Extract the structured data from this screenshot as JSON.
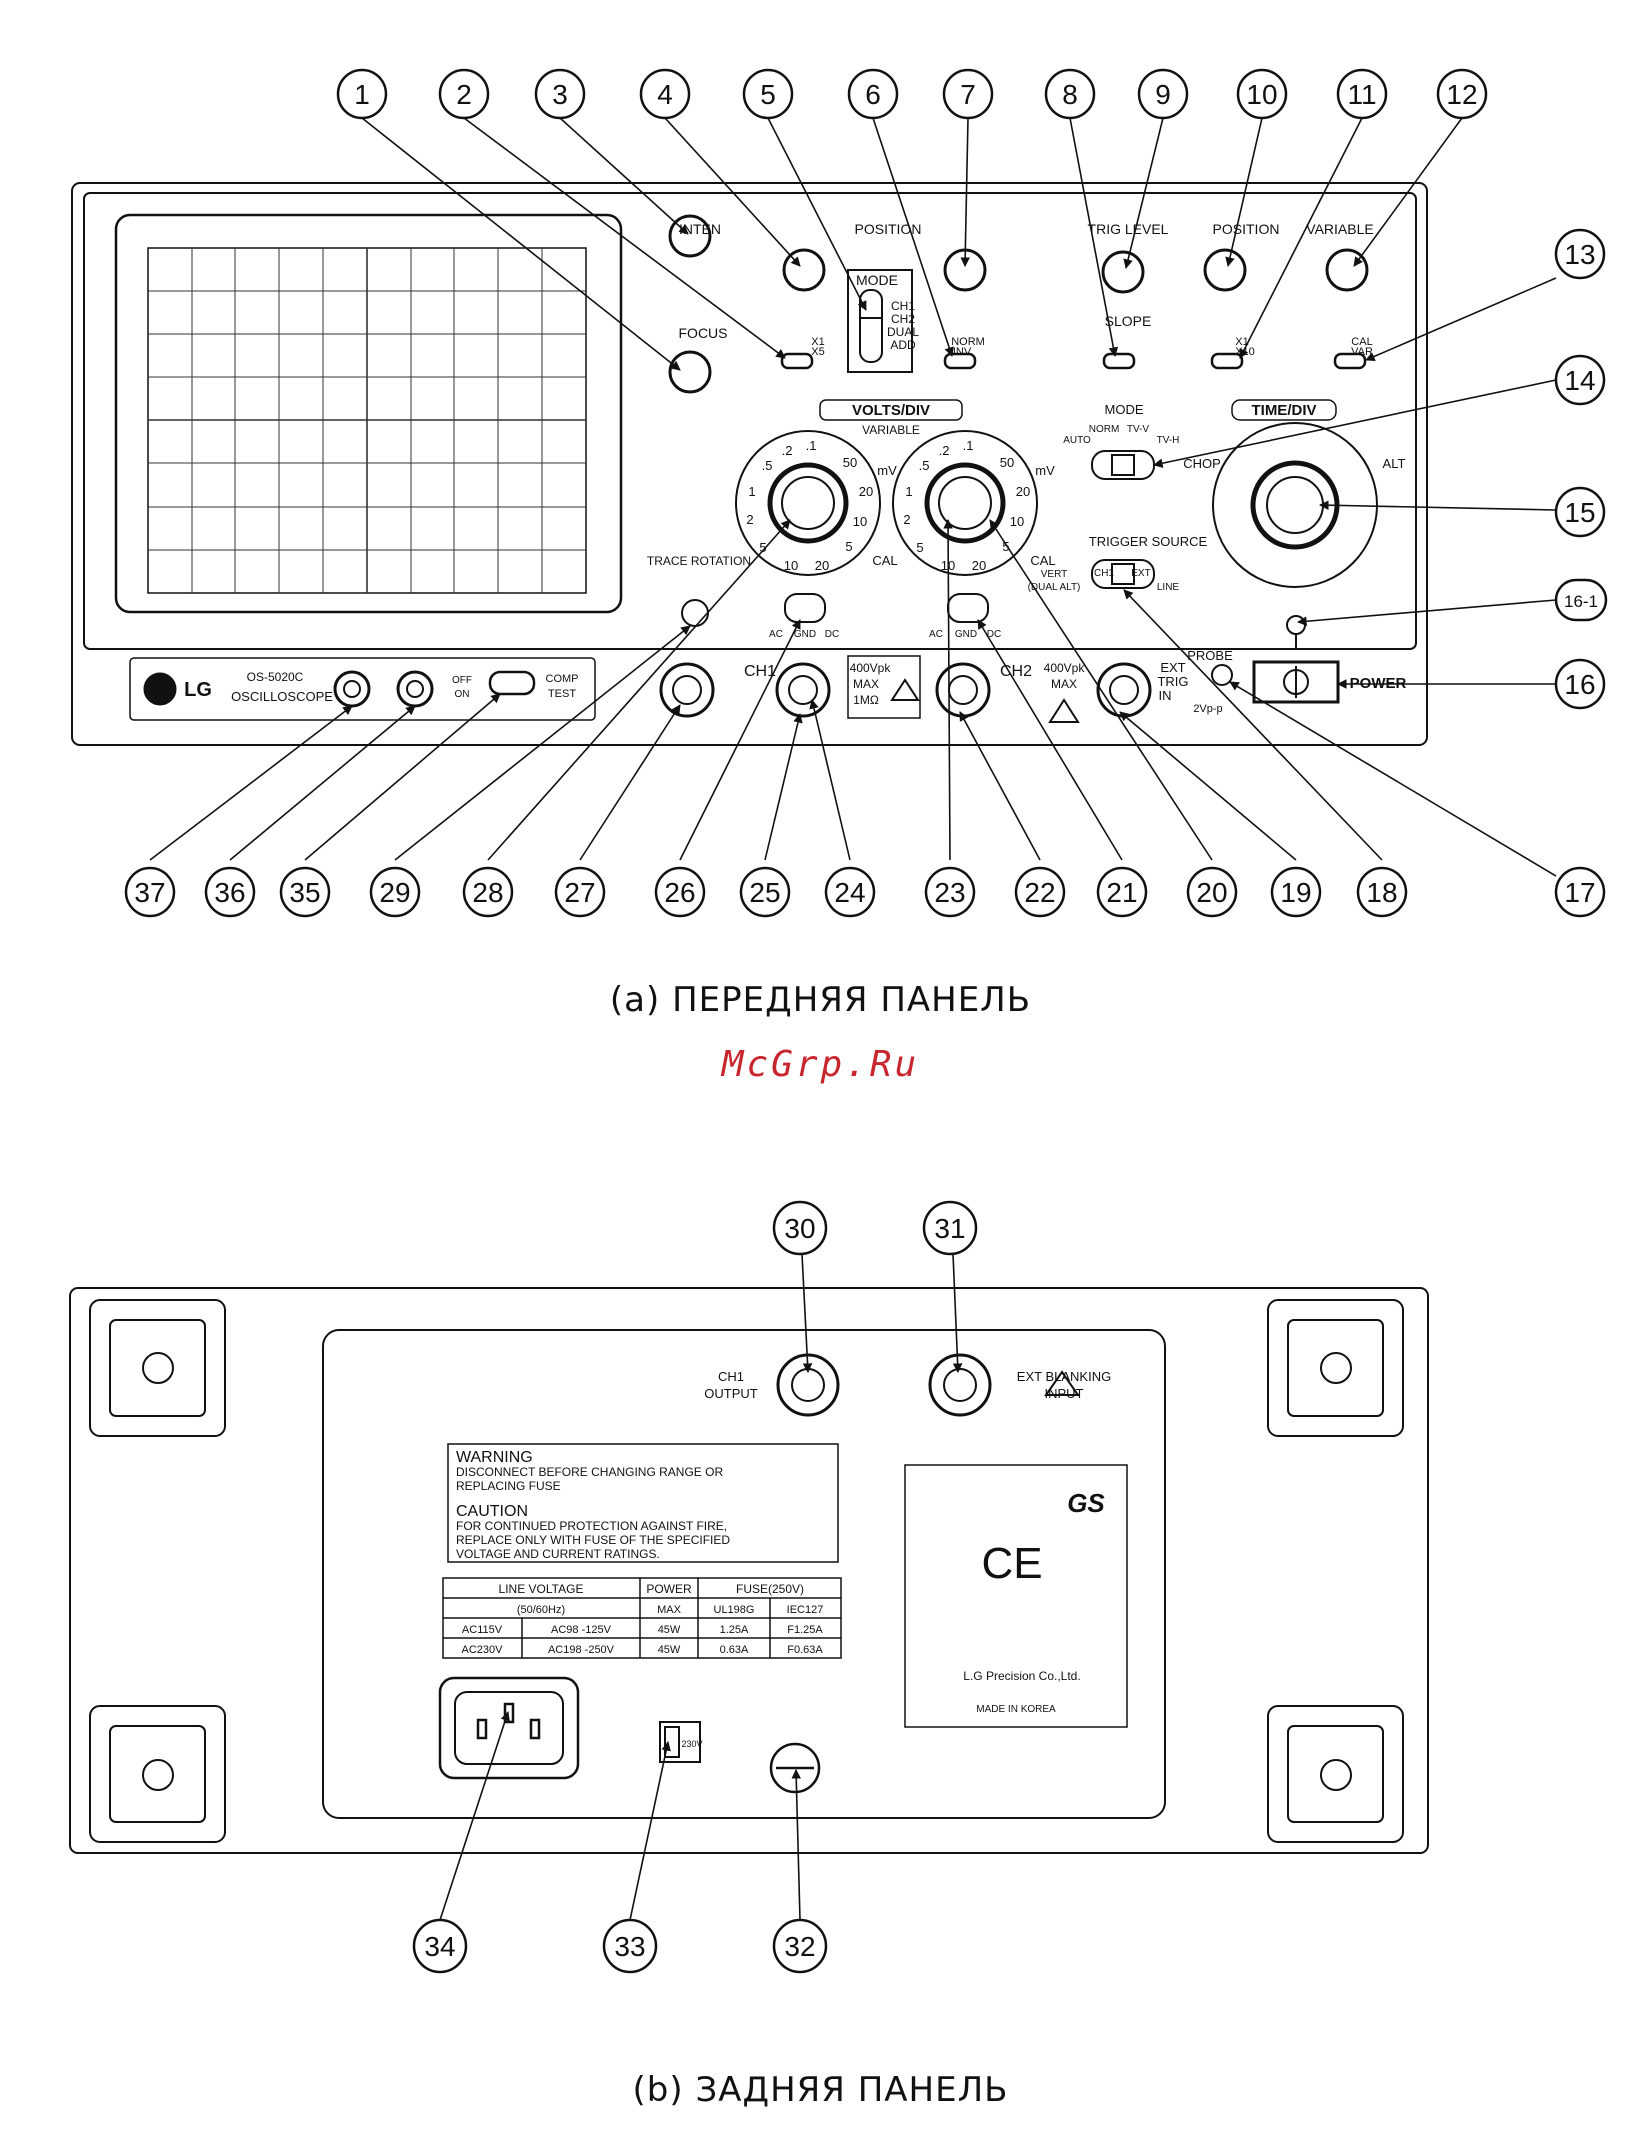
{
  "front_panel": {
    "caption": "(a) ПЕРЕДНЯЯ ПАНЕЛЬ",
    "callouts_top": [
      "1",
      "2",
      "3",
      "4",
      "5",
      "6",
      "7",
      "8",
      "9",
      "10",
      "11",
      "12"
    ],
    "callouts_right": [
      "13",
      "14",
      "15",
      "16-1",
      "16",
      "17"
    ],
    "callouts_bottom": [
      "37",
      "36",
      "35",
      "29",
      "28",
      "27",
      "26",
      "25",
      "24",
      "23",
      "22",
      "21",
      "20",
      "19",
      "18"
    ],
    "labels": {
      "inten": "INTEN",
      "focus": "FOCUS",
      "position": "POSITION",
      "mode_vert": "MODE",
      "mode_options": [
        "CH1",
        "CH2",
        "DUAL",
        "ADD"
      ],
      "x1": "X1",
      "x5": "X5",
      "norm": "NORM",
      "inv": "INV",
      "trig_level": "TRIG LEVEL",
      "slope": "SLOPE",
      "h_position": "POSITION",
      "x10": "X10",
      "variable": "VARIABLE",
      "cal": "CAL",
      "var": "VAR",
      "volts_div": "VOLTS/DIV",
      "variable_sub": "VARIABLE",
      "mv": "mV",
      "trig_mode": "MODE",
      "trig_mode_opts": [
        "AUTO",
        "NORM",
        "TV-V",
        "TV-H"
      ],
      "time_div": "TIME/DIV",
      "chop": "CHOP",
      "alt": "ALT",
      "trigger_source": "TRIGGER SOURCE",
      "trig_src_opts": [
        "VERT",
        "(DUAL ALT)",
        "CH1",
        "EXT",
        "LINE"
      ],
      "trace_rotation": "TRACE ROTATION",
      "coupling": [
        "AC",
        "GND",
        "DC"
      ],
      "ch1": "CH1",
      "ch2": "CH2",
      "max_box": [
        "400Vpk",
        "MAX",
        "1MΩ"
      ],
      "max_ch2": [
        "400Vpk",
        "MAX"
      ],
      "ext_trig": [
        "EXT",
        "TRIG",
        "IN"
      ],
      "probe": "PROBE",
      "probe_val": "2Vp-p",
      "power": "POWER",
      "brand": "LG",
      "model": "OS-5020C",
      "product": "OSCILLOSCOPE",
      "comp_test": [
        "COMP",
        "TEST"
      ],
      "off_on": [
        "OFF",
        "ON"
      ],
      "dial_steps_left": [
        ".5",
        ".2",
        ".1",
        "50",
        "20",
        "10",
        "5",
        "20",
        "10",
        "5",
        "2",
        "1"
      ],
      "dial_steps_right": [
        ".5",
        ".2",
        ".1",
        "50",
        "20",
        "10",
        "5",
        "20",
        "10",
        "5",
        "2",
        "1"
      ]
    }
  },
  "watermark": "McGrp.Ru",
  "rear_panel": {
    "caption": "(b) ЗАДНЯЯ ПАНЕЛЬ",
    "callouts_top": [
      "30",
      "31"
    ],
    "callouts_bottom": [
      "34",
      "33",
      "32"
    ],
    "labels": {
      "ch1_output": [
        "CH1",
        "OUTPUT"
      ],
      "ext_blanking": [
        "EXT BLANKING",
        "INPUT"
      ],
      "warning_title": "WARNING",
      "warning_text": [
        "DISCONNECT  BEFORE CHANGING RANGE OR",
        "REPLACING FUSE"
      ],
      "caution_title": "CAUTION",
      "caution_text": [
        "FOR CONTINUED PROTECTION AGAINST FIRE,",
        "REPLACE ONLY WITH FUSE OF THE SPECIFIED",
        "VOLTAGE AND CURRENT RATINGS."
      ],
      "ce": "CE",
      "gs": "GS",
      "maker": "L.G Precision Co.,Ltd.",
      "made_in": "MADE IN KOREA",
      "switch": "230V"
    },
    "table": {
      "headers": [
        "LINE VOLTAGE",
        "POWER",
        "FUSE(250V)"
      ],
      "subheaders": [
        "(50/60Hz)",
        "MAX",
        "UL198G",
        "IEC127"
      ],
      "rows": [
        [
          "AC115V",
          "AC98 -125V",
          "45W",
          "1.25A",
          "F1.25A"
        ],
        [
          "AC230V",
          "AC198 -250V",
          "45W",
          "0.63A",
          "F0.63A"
        ]
      ]
    }
  }
}
